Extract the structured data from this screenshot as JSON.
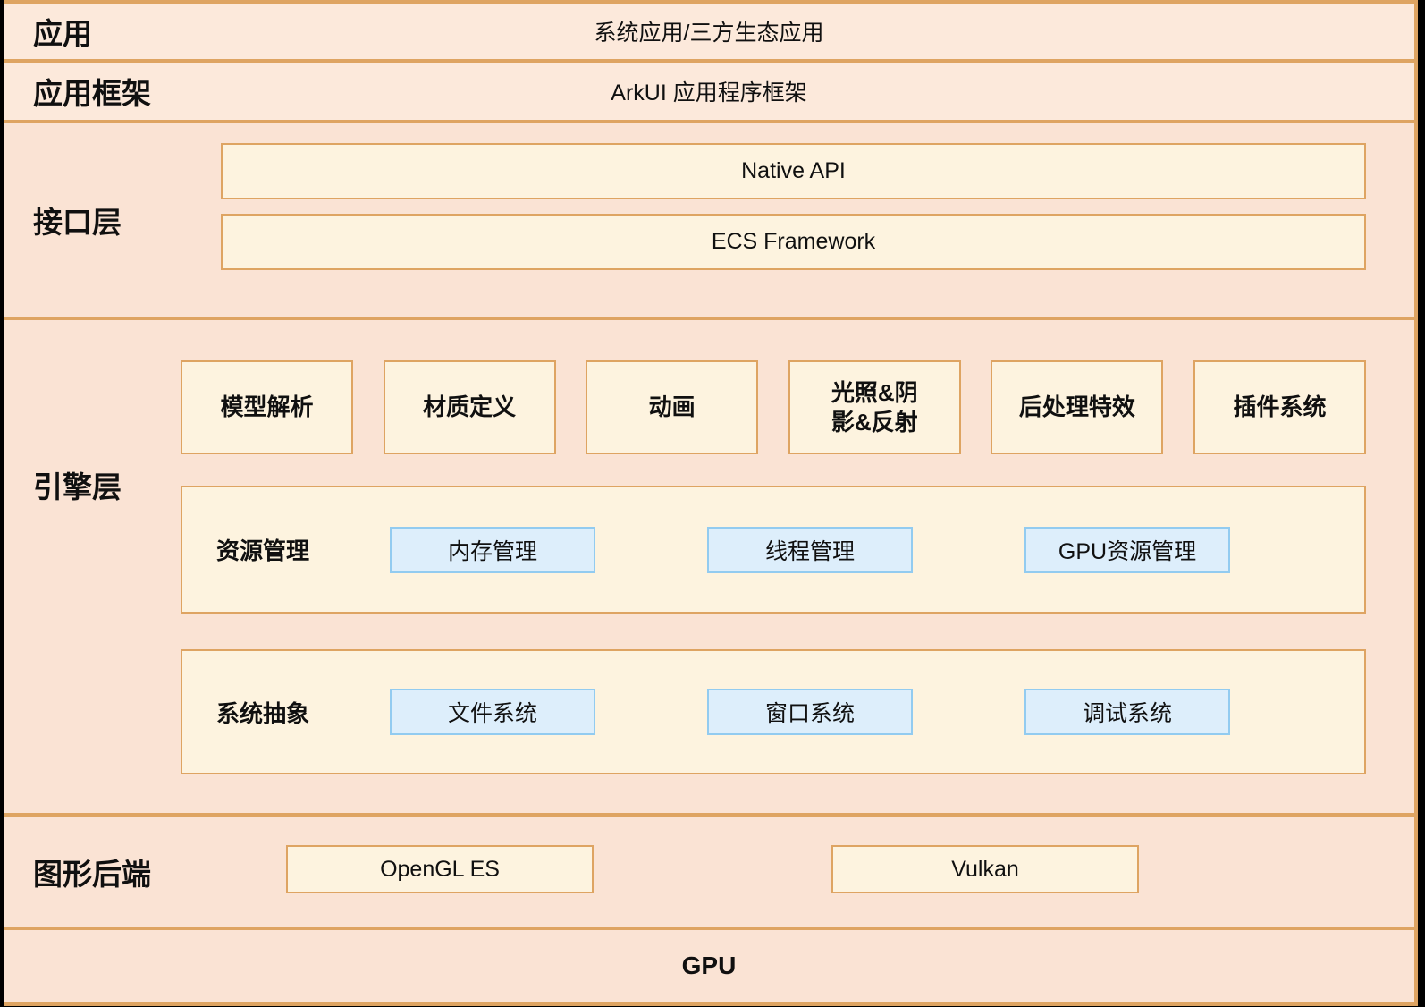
{
  "colors": {
    "border_orange": "#dea462",
    "row_background": "#fce9db",
    "section_background": "#fae3d4",
    "cream_box_background": "#fdf3df",
    "blue_box_background": "#ddeefb",
    "blue_box_border": "#92cbf0",
    "text": "#101010",
    "page_edge": "#000000"
  },
  "layers": [
    {
      "label": "应用",
      "center_text": "系统应用/三方生态应用"
    },
    {
      "label": "应用框架",
      "center_text": "ArkUI 应用程序框架"
    },
    {
      "label": "接口层",
      "boxes": [
        "Native API",
        "ECS Framework"
      ]
    },
    {
      "label": "引擎层",
      "feature_boxes": [
        "模型解析",
        "材质定义",
        "动画",
        "光照&阴\n影&反射",
        "后处理特效",
        "插件系统"
      ],
      "groups": [
        {
          "label": "资源管理",
          "items": [
            "内存管理",
            "线程管理",
            "GPU资源管理"
          ]
        },
        {
          "label": "系统抽象",
          "items": [
            "文件系统",
            "窗口系统",
            "调试系统"
          ]
        }
      ]
    },
    {
      "label": "图形后端",
      "boxes": [
        "OpenGL ES",
        "Vulkan"
      ]
    },
    {
      "label": "GPU"
    }
  ]
}
